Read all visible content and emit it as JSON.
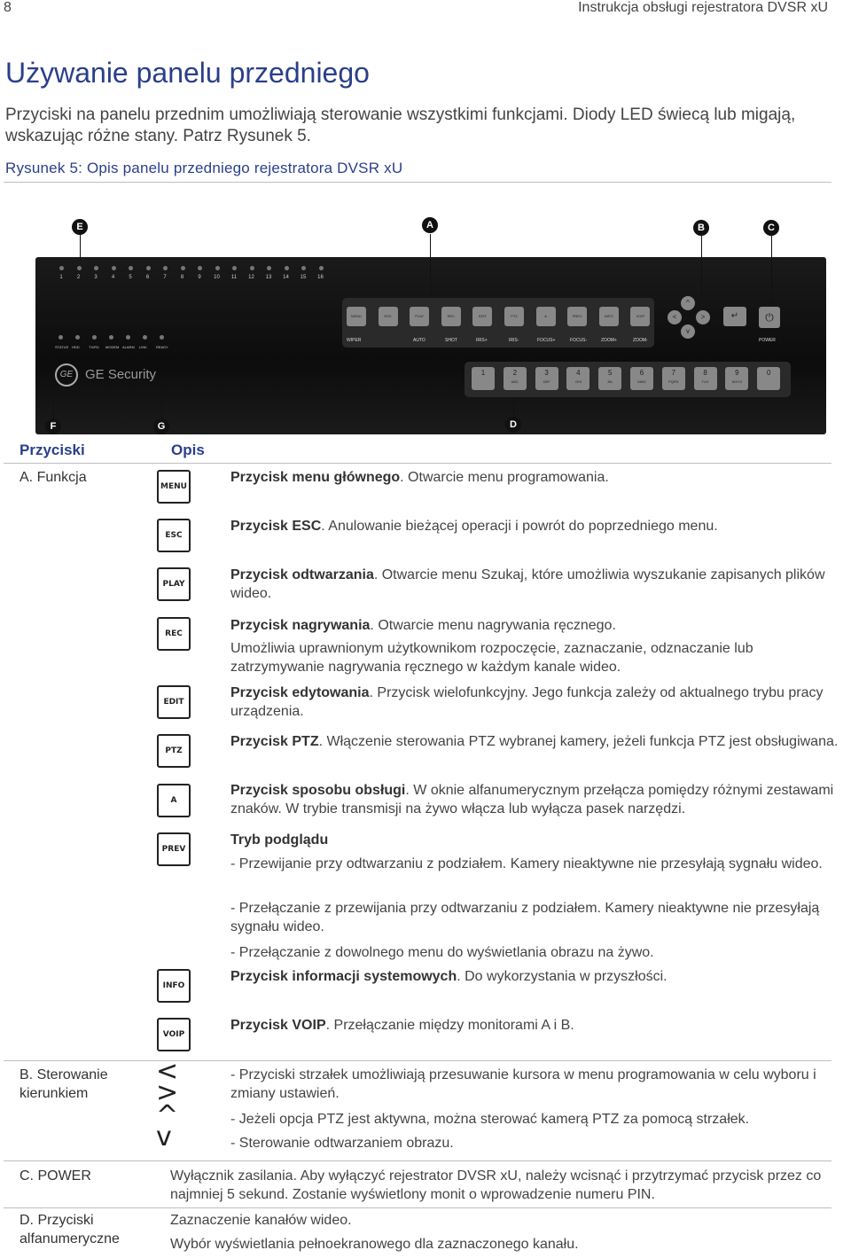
{
  "header": {
    "page_number": "8",
    "title": "Instrukcja obsługi rejestratora DVSR xU"
  },
  "section_title": "Używanie panelu przedniego",
  "intro": "Przyciski na panelu przednim umożliwiają sterowanie wszystkimi funkcjami. Diody LED świecą lub migają, wskazując różne stany. Patrz Rysunek 5.",
  "figure_caption": "Rysunek 5: Opis panelu przedniego rejestratora DVSR xU",
  "figure": {
    "callouts": [
      "E",
      "A",
      "B",
      "C",
      "F",
      "G",
      "D"
    ],
    "led_numbers": [
      "1",
      "2",
      "3",
      "4",
      "5",
      "6",
      "7",
      "8",
      "9",
      "10",
      "11",
      "12",
      "13",
      "14",
      "15",
      "16"
    ],
    "status_labels": [
      "STATUS",
      "HDD",
      "TX/RX",
      "MODEM",
      "ALARM",
      "LINK",
      "READY"
    ],
    "brand": "GE Security",
    "brand_mark": "GE",
    "function_buttons": [
      "MENU",
      "ESC",
      "PLAY",
      "REC",
      "EDIT",
      "PTZ",
      "A",
      "PREV",
      "INFO",
      "VOIP"
    ],
    "function_labels": [
      "WIPER",
      "AUTO",
      "SHOT",
      "IRIS+",
      "IRIS-",
      "FOCUS+",
      "FOCUS-",
      "ZOOM+",
      "ZOOM-"
    ],
    "nav": {
      "up": "^",
      "left": "<",
      "right": ">",
      "down": "v",
      "enter": "↵",
      "power": "⏻"
    },
    "power_label": "POWER",
    "numeric_buttons": [
      {
        "n": "1",
        "s": ""
      },
      {
        "n": "2",
        "s": "ABC"
      },
      {
        "n": "3",
        "s": "DEF"
      },
      {
        "n": "4",
        "s": "GHI"
      },
      {
        "n": "5",
        "s": "JKL"
      },
      {
        "n": "6",
        "s": "MNO"
      },
      {
        "n": "7",
        "s": "PQRS"
      },
      {
        "n": "8",
        "s": "TUV"
      },
      {
        "n": "9",
        "s": "WXYZ"
      },
      {
        "n": "0",
        "s": ""
      }
    ]
  },
  "table": {
    "col_buttons": "Przyciski",
    "col_desc": "Opis",
    "groups": {
      "a": "A. Funkcja",
      "b": "B. Sterowanie kierunkiem",
      "c": "C. POWER",
      "d": "D. Przyciski alfanumeryczne"
    },
    "buttons": {
      "menu": "MENU",
      "esc": "ESC",
      "play": "PLAY",
      "rec": "REC",
      "edit": "EDIT",
      "ptz": "PTZ",
      "a": "A",
      "prev": "PREV",
      "info": "INFO",
      "voip": "VOIP"
    },
    "arrows": [
      "<",
      ">",
      "^",
      "v"
    ],
    "rows": {
      "menu_b": "Przycisk menu głównego",
      "menu_t": ". Otwarcie menu programowania.",
      "esc_b": "Przycisk ESC",
      "esc_t": ". Anulowanie bieżącej operacji i powrót do poprzedniego menu.",
      "play_b": "Przycisk odtwarzania",
      "play_t": ". Otwarcie menu Szukaj, które umożliwia wyszukanie zapisanych plików wideo.",
      "rec_b": "Przycisk nagrywania",
      "rec_t": ". Otwarcie menu nagrywania ręcznego.",
      "rec_t2": "Umożliwia uprawnionym użytkownikom rozpoczęcie, zaznaczanie, odznaczanie lub zatrzymywanie nagrywania ręcznego w każdym kanale wideo.",
      "edit_b": "Przycisk edytowania",
      "edit_t": ". Przycisk wielofunkcyjny. Jego funkcja zależy od aktualnego trybu pracy urządzenia.",
      "ptz_b": "Przycisk PTZ",
      "ptz_t": ". Włączenie sterowania PTZ wybranej kamery, jeżeli funkcja PTZ jest obsługiwana.",
      "a_b": "Przycisk sposobu obsługi",
      "a_t": ". W oknie alfanumerycznym przełącza pomiędzy różnymi zestawami znaków. W trybie transmisji na żywo włącza lub wyłącza pasek narzędzi.",
      "prev_b": "Tryb podglądu",
      "prev_1": "- Przewijanie przy odtwarzaniu z podziałem. Kamery nieaktywne nie przesyłają sygnału wideo.",
      "prev_2": "- Przełączanie z przewijania przy odtwarzaniu z podziałem. Kamery nieaktywne nie przesyłają sygnału wideo.",
      "prev_3": "- Przełączanie z dowolnego menu do wyświetlania obrazu na żywo.",
      "info_b": "Przycisk informacji systemowych",
      "info_t": ". Do wykorzystania w przyszłości.",
      "voip_b": "Przycisk VOIP",
      "voip_t": ". Przełączanie między monitorami A i B.",
      "b_1": "- Przyciski strzałek umożliwiają przesuwanie kursora w menu programowania w celu wyboru i zmiany ustawień.",
      "b_2": "- Jeżeli opcja PTZ jest aktywna, można sterować kamerą PTZ za pomocą strzałek.",
      "b_3": "- Sterowanie odtwarzaniem obrazu.",
      "c_1": "Wyłącznik zasilania. Aby wyłączyć rejestrator DVSR xU, należy wcisnąć i przytrzymać przycisk przez co najmniej 5 sekund. Zostanie wyświetlony monit o wprowadzenie numeru PIN.",
      "d_1": "Zaznaczenie kanałów wideo.",
      "d_2": "Wybór wyświetlania pełnoekranowego dla zaznaczonego kanału."
    }
  }
}
